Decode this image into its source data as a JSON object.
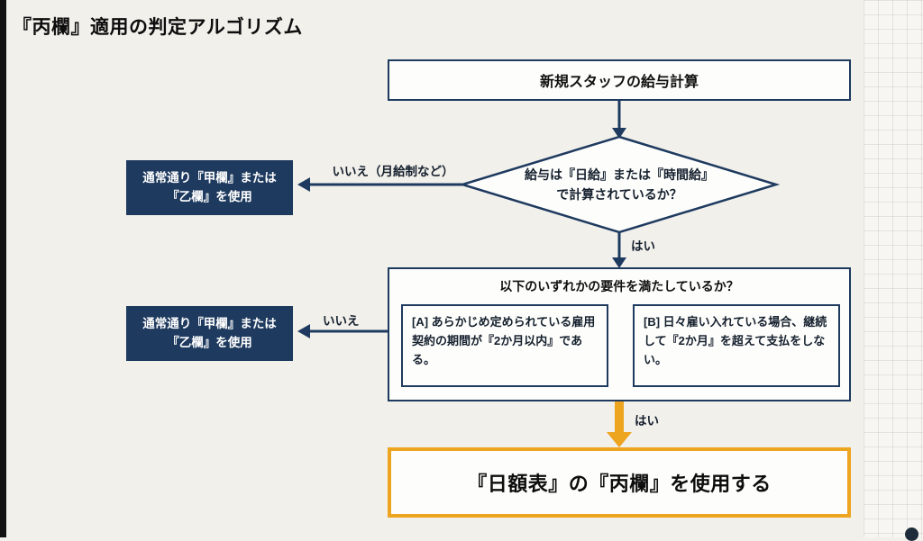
{
  "title": "『丙欄』適用の判定アルゴリズム",
  "colors": {
    "navy": "#1e3a5f",
    "orange": "#eda41f",
    "background": "#f2f0eb",
    "filled_box_text": "#ffffff"
  },
  "flowchart": {
    "start": {
      "label": "新規スタッフの給与計算"
    },
    "decision1": {
      "lines": [
        "給与は『日給』または『時間給』",
        "で計算されているか？"
      ],
      "no_label": "いいえ（月給制など）",
      "yes_label": "はい"
    },
    "fallback1": {
      "lines": [
        "通常通り『甲欄』または",
        "『乙欄』を使用"
      ]
    },
    "decision2": {
      "header": "以下のいずれかの要件を満たしているか？",
      "condition_a": "[A] あらかじめ定められている雇用契約の期間が『2か月以内』である。",
      "condition_b": "[B] 日々雇い入れている場合、継続して『2か月』を超えて支払をしない。",
      "no_label": "いいえ",
      "yes_label": "はい"
    },
    "fallback2": {
      "lines": [
        "通常通り『甲欄』または",
        "『乙欄』を使用"
      ]
    },
    "result": {
      "label": "『日額表』の『丙欄』を使用する"
    }
  }
}
